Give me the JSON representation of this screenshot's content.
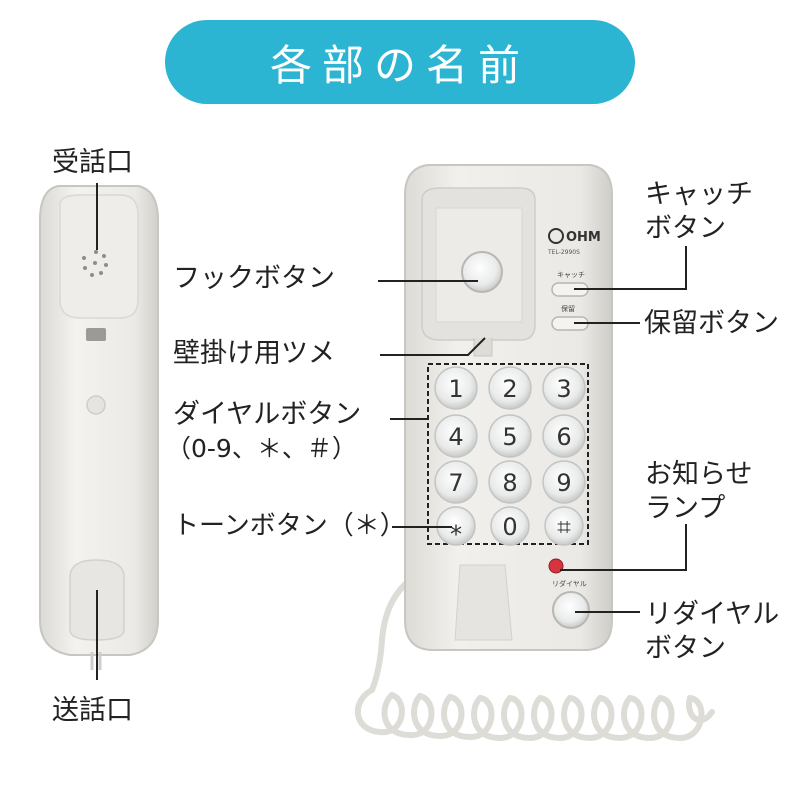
{
  "title": "各部の名前",
  "brand_logo": "OHM",
  "model": "TEL-2990S",
  "small_labels": {
    "catch": "キャッチ",
    "hold": "保留",
    "redial": "リダイヤル"
  },
  "labels": {
    "receiver_mouth": "受話口",
    "transmitter_mouth": "送話口",
    "hook_button": "フックボタン",
    "wall_hook": "壁掛け用ツメ",
    "dial_button_line1": "ダイヤルボタン",
    "dial_button_line2": "（0-9、＊、＃）",
    "tone_button": "トーンボタン（＊）",
    "catch_button_line1": "キャッチ",
    "catch_button_line2": "ボタン",
    "hold_button": "保留ボタン",
    "lamp_line1": "お知らせ",
    "lamp_line2": "ランプ",
    "redial_line1": "リダイヤル",
    "redial_line2": "ボタン"
  },
  "keys": [
    "1",
    "2",
    "3",
    "4",
    "5",
    "6",
    "7",
    "8",
    "9",
    "⁎",
    "0",
    "⌗"
  ],
  "colors": {
    "banner": "#2cb5d2",
    "lamp": "#d6353d"
  },
  "icons": [
    "phone-handset-icon",
    "phone-base-icon",
    "coiled-cord-icon"
  ]
}
